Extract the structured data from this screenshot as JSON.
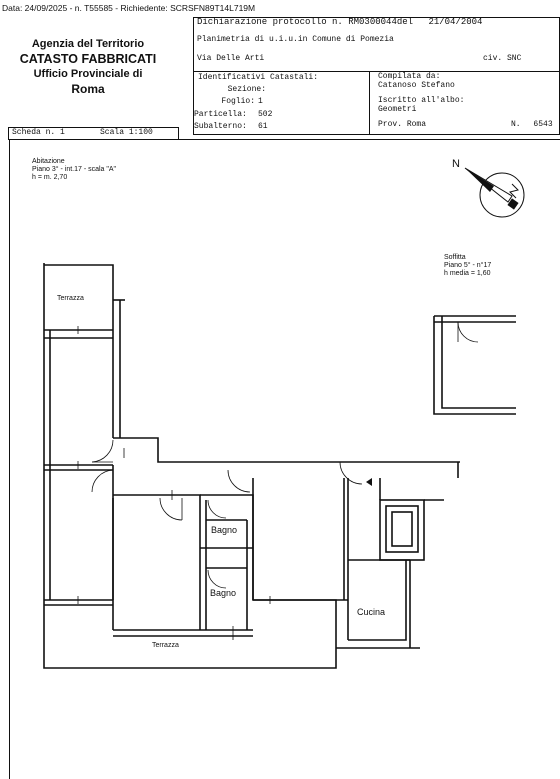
{
  "header_line": "Data: 24/09/2025 - n. T55585 - Richiedente: SCRSFN89T14L719M",
  "agency": {
    "line1": "Agenzia del Territorio",
    "line2": "CATASTO FABBRICATI",
    "line3": "Ufficio Provinciale di",
    "line4": "Roma"
  },
  "declaration": {
    "label": "Dichiarazione protocollo n.",
    "number": "RM0300044",
    "del_label": "del",
    "date": "21/04/2004"
  },
  "planimetria": "Planimetria di u.i.u.in Comune di Pomezia",
  "address": {
    "street": "Via Delle Arti",
    "civ": "civ. SNC"
  },
  "identificativi": {
    "title": "Identificativi Catastali:",
    "sezione_label": "Sezione:",
    "sezione": "",
    "foglio_label": "Foglio:",
    "foglio": "1",
    "particella_label": "Particella:",
    "particella": "502",
    "subalterno_label": "Subalterno:",
    "subalterno": "61"
  },
  "compilata": {
    "label": "Compilata da:",
    "name": "Catanoso Stefano",
    "iscritto_label": "Iscritto all'albo:",
    "iscritto": "Geometri",
    "prov_label": "Prov.",
    "prov": "Roma",
    "n_label": "N.",
    "n": "6543"
  },
  "scheda": {
    "label": "Scheda n.",
    "value": "1",
    "scala_label": "Scala",
    "scala": "1:100"
  },
  "abitazione": {
    "title": "Abitazione",
    "piano": "Piano 3° - int.17 - scala \"A\"",
    "altezza": "h = m. 2,70"
  },
  "soffitta": {
    "title": "Soffitta",
    "piano": "Piano 5° - n°17",
    "altezza": "h media = 1,60"
  },
  "compass": {
    "north": "N",
    "icon": "north-arrow-icon"
  },
  "rooms": {
    "terrazza_top": "Terrazza",
    "bagno_1": "Bagno",
    "bagno_2": "Bagno",
    "cucina": "Cucina",
    "terrazza_bottom": "Terrazza"
  }
}
